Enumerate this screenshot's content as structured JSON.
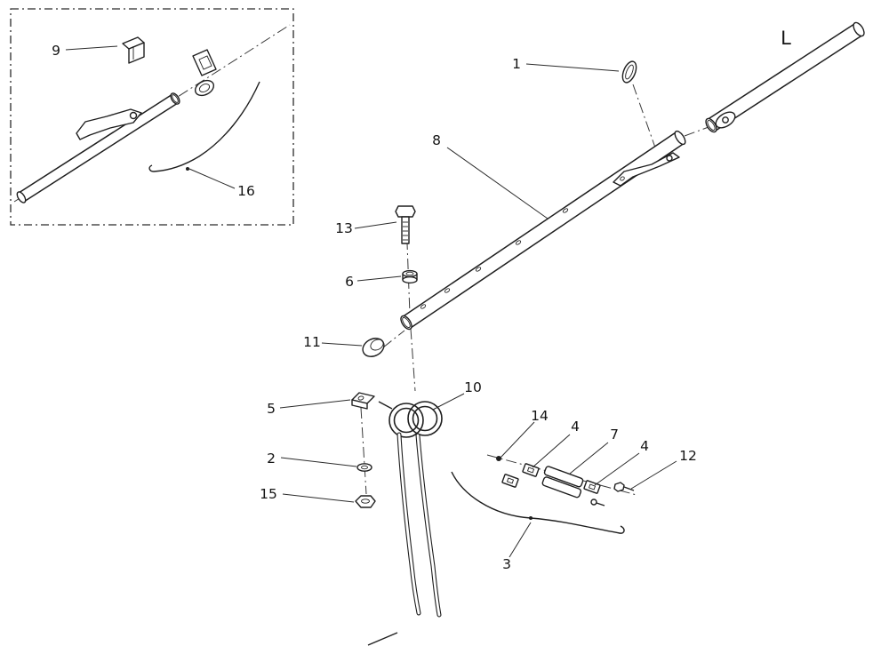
{
  "figure": {
    "type": "exploded-parts-diagram",
    "corner_label": "L",
    "part_labels": {
      "p1": "1",
      "p2": "2",
      "p3": "3",
      "p4a": "4",
      "p4b": "4",
      "p5": "5",
      "p6": "6",
      "p7": "7",
      "p8": "8",
      "p9": "9",
      "p10": "10",
      "p11": "11",
      "p12": "12",
      "p13": "13",
      "p14": "14",
      "p15": "15",
      "p16": "16"
    },
    "colors": {
      "line": "#1f1f1f",
      "background": "#ffffff"
    }
  }
}
